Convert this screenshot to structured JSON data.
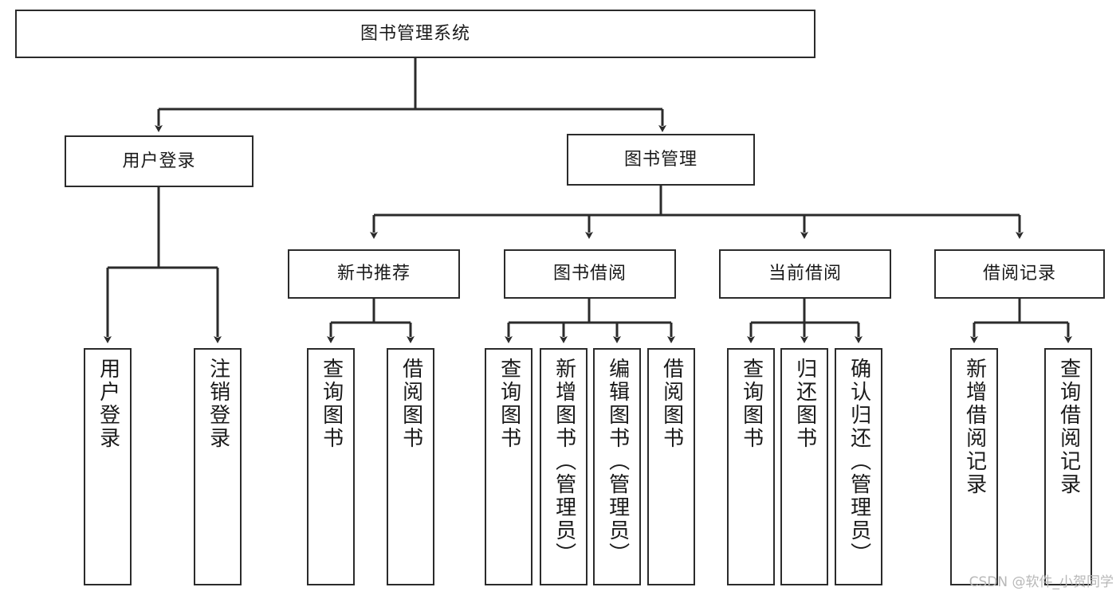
{
  "diagram": {
    "type": "tree-hierarchy",
    "title": "图书管理系统",
    "watermark": "CSDN @软件_小贺同学",
    "colors": {
      "box_border": "#2b2b2b",
      "box_fill": "#ffffff",
      "line": "#2b2b2b",
      "text": "#1a1a1a",
      "watermark": "#b8b8b8",
      "background": "#ffffff"
    },
    "root": {
      "label": "图书管理系统"
    },
    "level2": [
      {
        "label": "用户登录"
      },
      {
        "label": "图书管理"
      }
    ],
    "level3": [
      {
        "label": "新书推荐"
      },
      {
        "label": "图书借阅"
      },
      {
        "label": "当前借阅"
      },
      {
        "label": "借阅记录"
      }
    ],
    "leaves": {
      "user_login": [
        {
          "label": "用户登录"
        },
        {
          "label": "注销登录"
        }
      ],
      "new_book_recommend": [
        {
          "label": "查询图书"
        },
        {
          "label": "借阅图书"
        }
      ],
      "book_borrow": [
        {
          "label": "查询图书"
        },
        {
          "label": "新增图书（管理员）"
        },
        {
          "label": "编辑图书（管理员）"
        },
        {
          "label": "借阅图书"
        }
      ],
      "current_borrow": [
        {
          "label": "查询图书"
        },
        {
          "label": "归还图书"
        },
        {
          "label": "确认归还（管理员）"
        }
      ],
      "borrow_record": [
        {
          "label": "新增借阅记录"
        },
        {
          "label": "查询借阅记录"
        }
      ]
    }
  }
}
